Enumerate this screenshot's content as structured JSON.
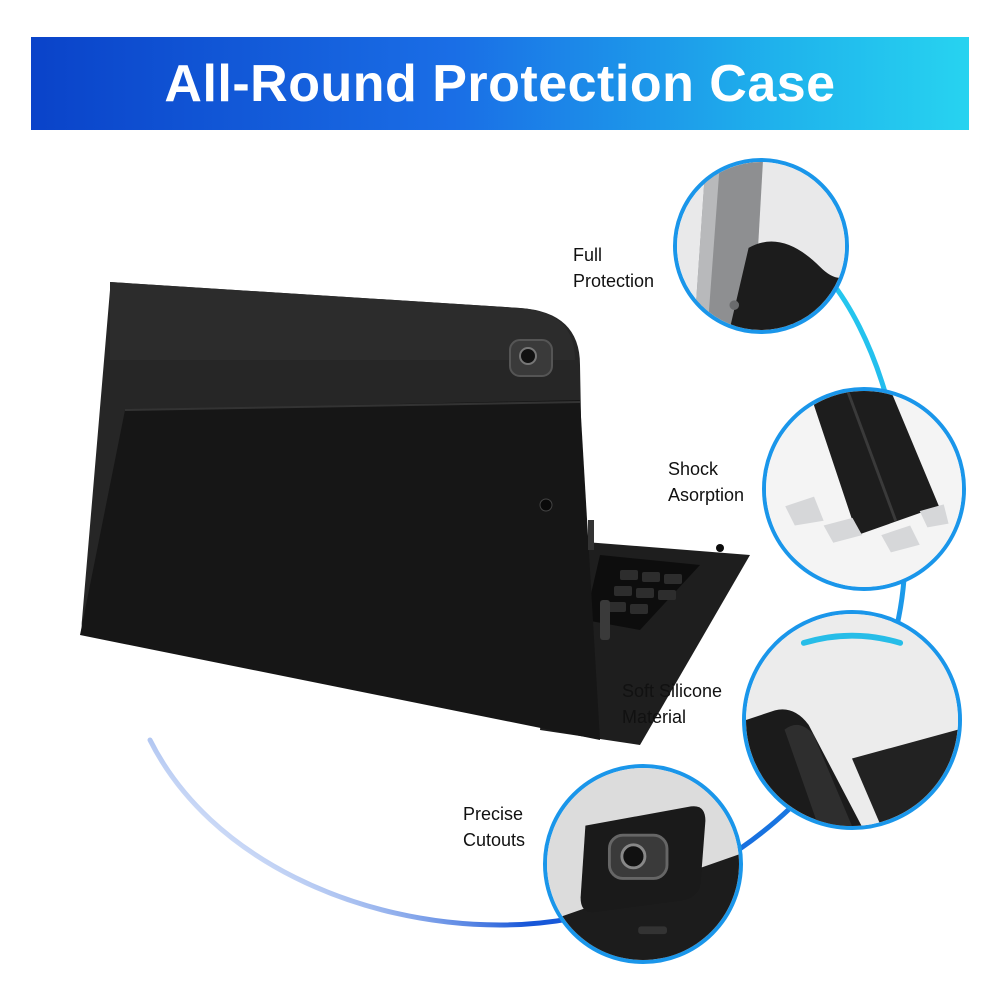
{
  "banner": {
    "title": "All-Round Protection Case"
  },
  "features": [
    {
      "line1": "Full",
      "line2": "Protection",
      "icon": "tablet-corner-silicone-icon"
    },
    {
      "line1": "Shock",
      "line2": "Asorption",
      "icon": "shock-absorption-icon"
    },
    {
      "line1": "Soft Silicone",
      "line2": "Material",
      "icon": "soft-silicone-corner-icon"
    },
    {
      "line1": "Precise",
      "line2": "Cutouts",
      "icon": "camera-cutout-icon"
    }
  ],
  "colors": {
    "accent_start": "#0a43c9",
    "accent_end": "#27d3f0",
    "circle_border": "#1a96ea",
    "case": "#1b1b1b"
  }
}
